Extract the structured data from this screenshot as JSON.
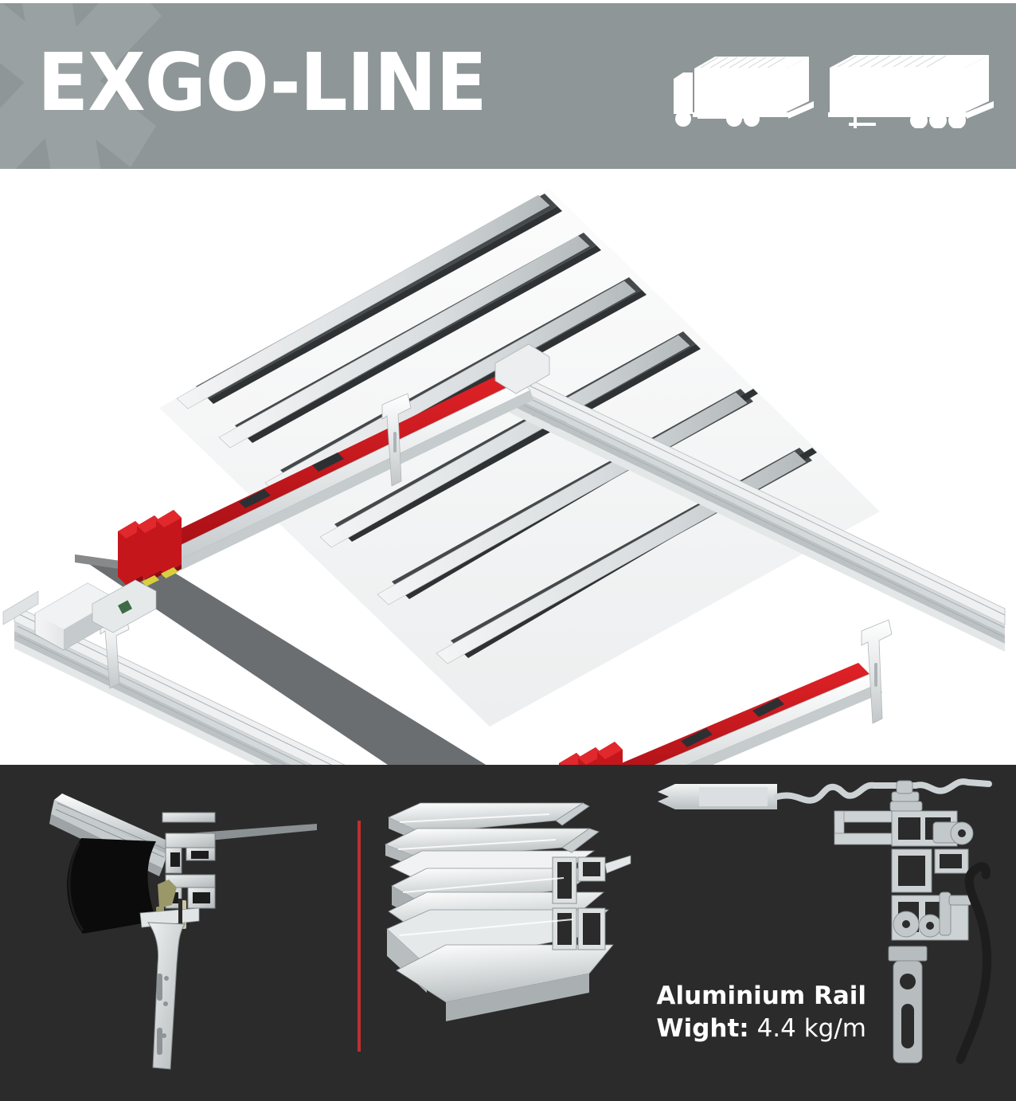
{
  "header": {
    "title": "EXGO-LINE",
    "background_color": "#8e9697",
    "watermark_icon": "x-star-watermark",
    "vehicles": [
      {
        "icon": "truck-rigid-icon",
        "label": "Rigid Truck"
      },
      {
        "icon": "semi-trailer-icon",
        "label": "Semi Trailer"
      }
    ]
  },
  "diagram": {
    "name": "exgo-line-roof-system-3d-view",
    "caption": "Sliding roof rail system isometric view",
    "colors": {
      "rail_light": "#e9ebec",
      "rail_mid": "#c9cdcf",
      "rail_dark": "#3c3f41",
      "clip_red": "#c5161c",
      "bar_dark": "#4a4d4f",
      "tarp_grey": "#6e7173"
    }
  },
  "detail_panel": {
    "background_color": "#2b2b2b",
    "divider_color": "#be2f30",
    "items": [
      {
        "name": "rail-profile-with-bracket-cutaway",
        "label": "Rail profile with roller and bracket"
      },
      {
        "name": "aluminium-extrusion-profile",
        "label": "Aluminium extrusion profile"
      },
      {
        "name": "rail-cross-section-technical-drawing",
        "label": "Rail cross section technical drawing"
      }
    ],
    "spec": {
      "title": "Aluminium Rail",
      "weight_label": "Wight:",
      "weight_value": "4.4 kg/m"
    }
  }
}
